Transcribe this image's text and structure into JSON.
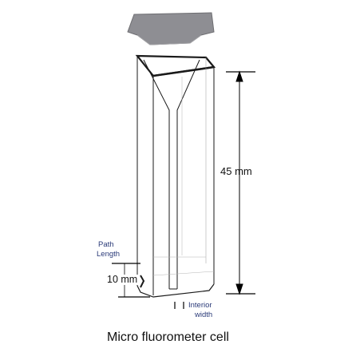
{
  "diagram": {
    "caption": "Micro fluorometer cell",
    "height_label": "45 mm",
    "path_length_label_line1": "Path",
    "path_length_label_line2": "Length",
    "path_length_value": "10 mm",
    "interior_width_line1": "Interior",
    "interior_width_line2": "width",
    "colors": {
      "lid": "#8e8e93",
      "outline": "#1a1a1a",
      "dimension_line": "#000000",
      "annotation_text": "#2a3a78"
    }
  }
}
